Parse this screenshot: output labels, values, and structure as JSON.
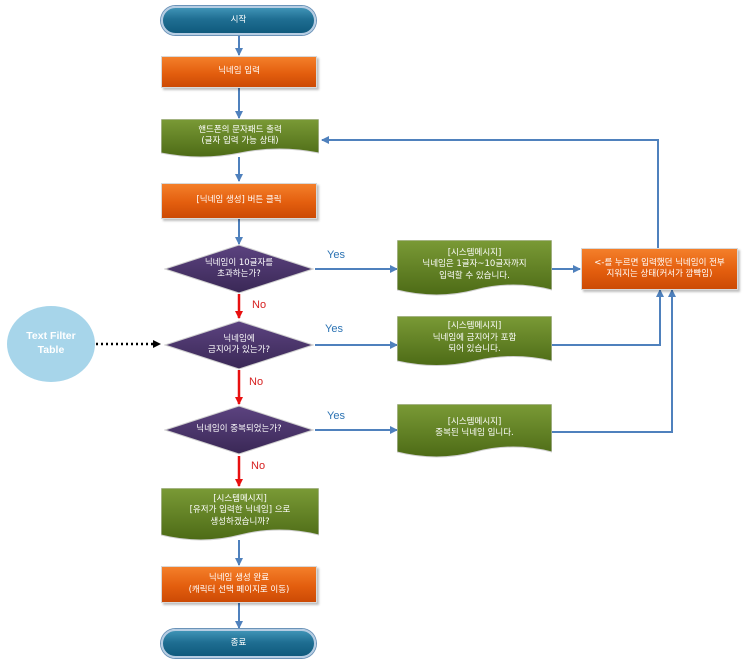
{
  "nodes": {
    "start": {
      "text": "시작"
    },
    "nickname_input": {
      "text": "닉네임 입력"
    },
    "keypad_output": {
      "lines": [
        "핸드폰의 문자패드 출력",
        "(글자 입력 가능 상태)"
      ]
    },
    "create_click": {
      "text": "[닉네임 생성] 버튼 클릭"
    },
    "decision_length": {
      "lines": [
        "닉네임이 10글자를",
        "초과하는가?"
      ]
    },
    "decision_forbidden": {
      "lines": [
        "닉네임에",
        "금지어가 있는가?"
      ]
    },
    "decision_duplicate": {
      "text": "닉네임이 중복되었는가?"
    },
    "msg_length": {
      "lines": [
        "[시스템메시지]",
        "닉네임은 1글자~10글자까지",
        "입력할 수 있습니다."
      ]
    },
    "msg_forbidden": {
      "lines": [
        "[시스템메시지]",
        "닉네임에 금지어가 포함",
        "되어 있습니다."
      ]
    },
    "msg_duplicate": {
      "lines": [
        "[시스템메시지]",
        "중복된 닉네임 입니다."
      ]
    },
    "reset_state": {
      "lines": [
        "<-를 누르면 입력했던 닉네임이 전부",
        "지워지는 상태(커서가 깜빡임)"
      ]
    },
    "confirm_msg": {
      "lines": [
        "[시스템메시지]",
        "[유저가 입력한 닉네임] 으로",
        "생성하겠습니까?"
      ]
    },
    "complete": {
      "lines": [
        "닉네임 생성 완료",
        "(캐릭터 선택 페이지로 이동)"
      ]
    },
    "end": {
      "text": "종료"
    },
    "text_filter": {
      "lines": [
        "Text Filter",
        "Table"
      ]
    }
  },
  "edge_labels": {
    "yes_1": "Yes",
    "yes_2": "Yes",
    "yes_3": "Yes",
    "no_1": "No",
    "no_2": "No",
    "no_3": "No"
  },
  "colors": {
    "terminal": "#1f6e92",
    "process_orange": "#e35e0e",
    "doc_green": "#5a7a1e",
    "decision_purple": "#4b3568",
    "connector_blue": "#4f81bd",
    "no_red": "#e81010",
    "yes_text": "#2c73b3",
    "filter_ellipse": "#a7d5ea"
  }
}
